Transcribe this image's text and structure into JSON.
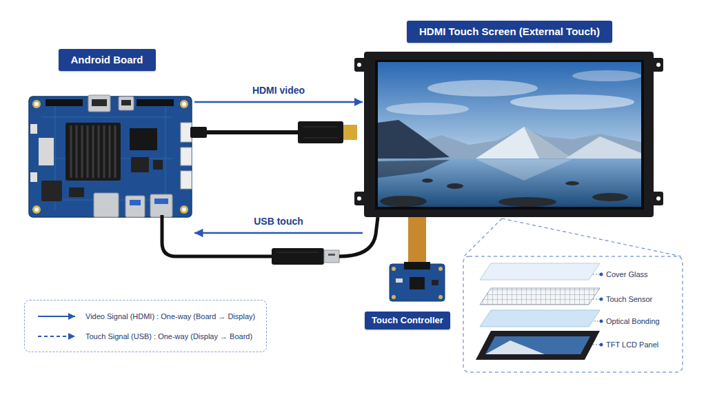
{
  "diagram": {
    "nodes": [
      {
        "text": [
          "Android Board"
        ]
      },
      {
        "text": [
          "HDMI Touch Screen (External Touch)"
        ]
      },
      {
        "text": [
          "Touch Controller"
        ]
      }
    ],
    "edges": [
      {
        "from": 0,
        "to": 1,
        "arrow": "to",
        "label": "HDMI video"
      },
      {
        "from": 1,
        "to": 0,
        "arrow": "to",
        "label": "USB touch"
      },
      {
        "from": 1,
        "to": 2,
        "arrow": "none"
      }
    ],
    "labels": [
      "Cover Glass",
      "Touch Sensor",
      "Optical Bonding",
      "TFT LCD Panel"
    ],
    "legend": [
      {
        "text": "Video Signal (HDMI) : One-way (Board → Display)"
      },
      {
        "text": "Touch Signal (USB) : One-way (Display → Board)"
      }
    ]
  }
}
